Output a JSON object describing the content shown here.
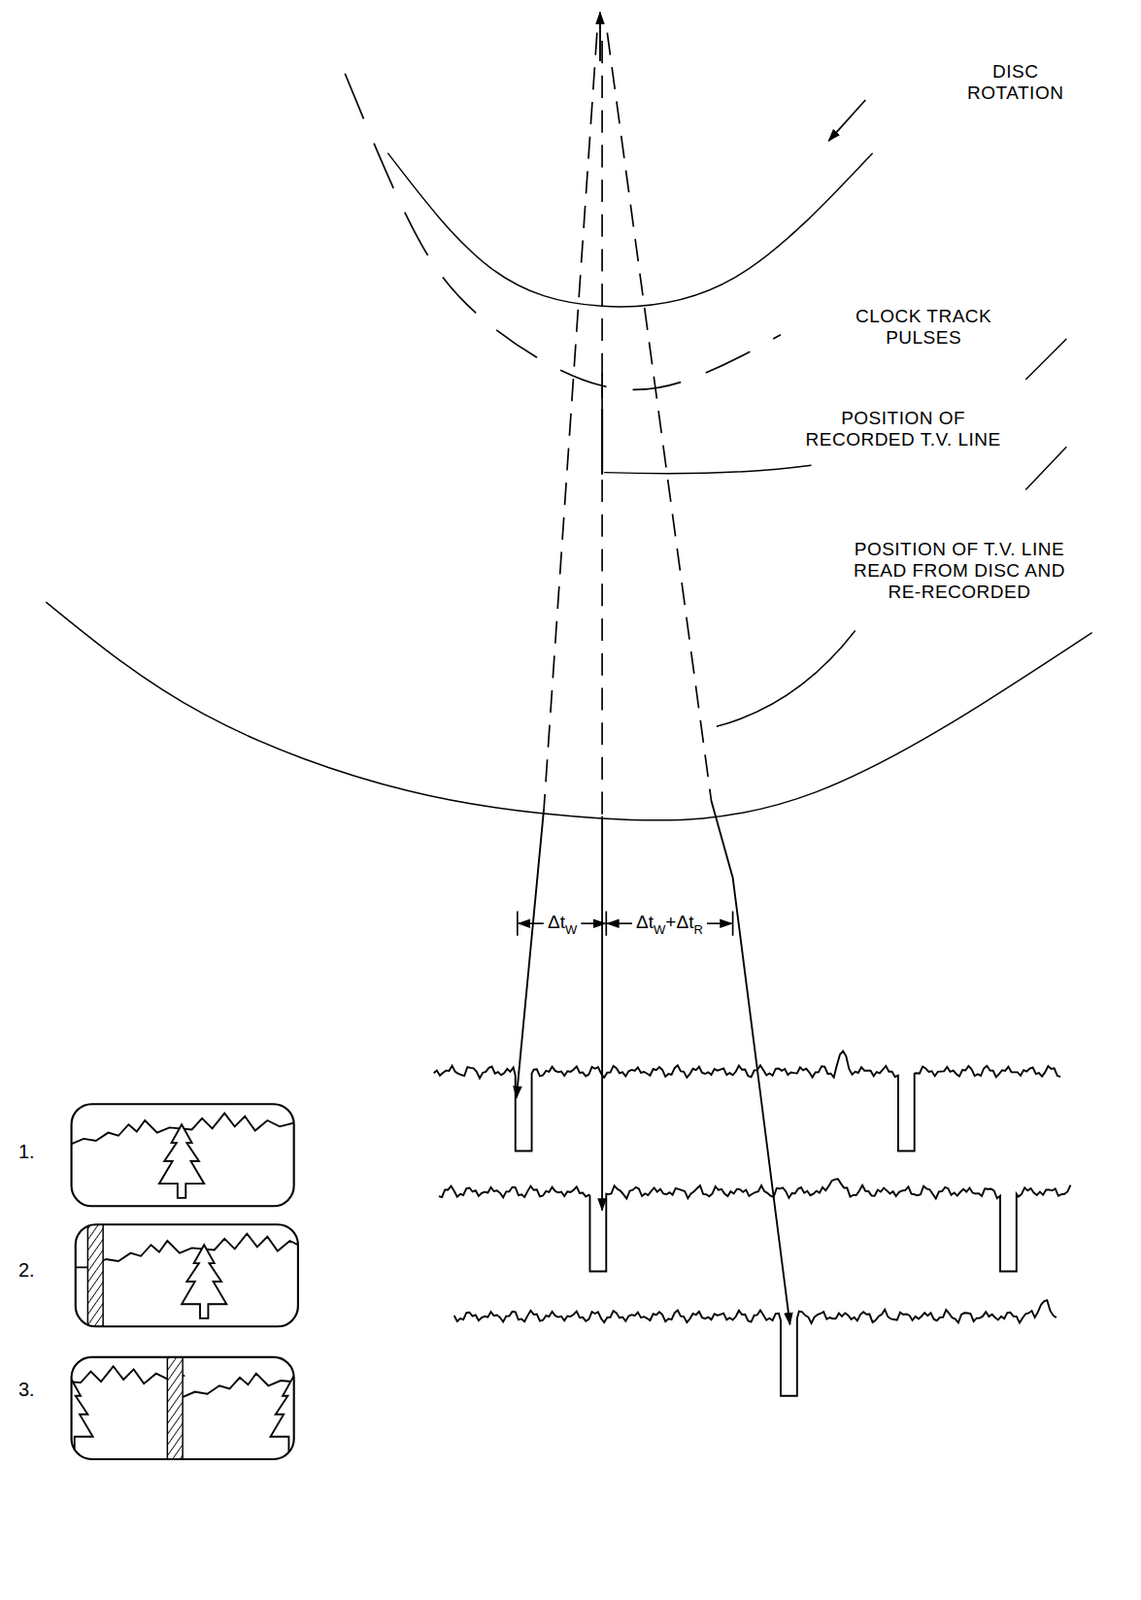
{
  "diagram": {
    "labels": [
      "DISC ROTATION",
      "CLOCK TRACK PULSES",
      "POSITION OF RECORDED T.V. LINE",
      "POSITION OF T.V. LINE READ FROM DISC AND RE-RECORDED",
      "Δt",
      "W",
      "Δt",
      "W",
      "+Δt",
      "R",
      "1.",
      "2.",
      "3."
    ]
  }
}
